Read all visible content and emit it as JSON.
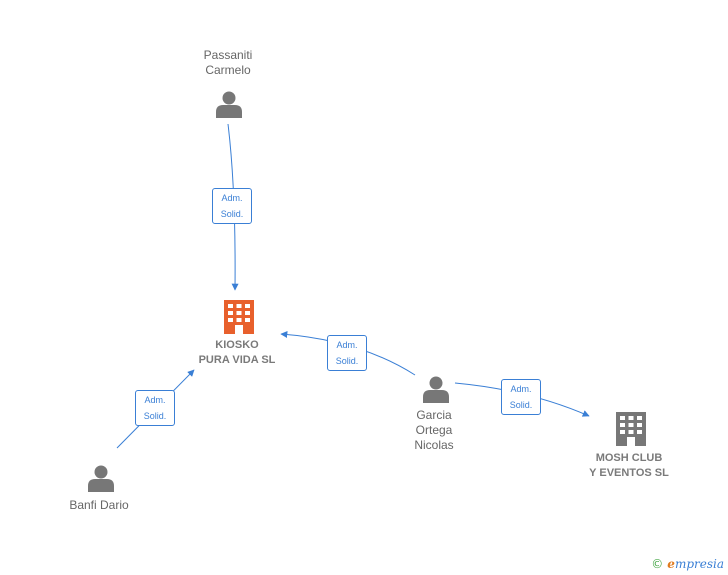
{
  "nodes": {
    "passaniti": {
      "name_lines": [
        "Passaniti",
        "Carmelo"
      ],
      "kind": "person"
    },
    "kiosko": {
      "name_lines": [
        "KIOSKO",
        "PURA VIDA  SL"
      ],
      "kind": "company-main"
    },
    "garcia": {
      "name_lines": [
        "Garcia",
        "Ortega",
        "Nicolas"
      ],
      "kind": "person"
    },
    "banfi": {
      "name_lines": [
        "Banfi Dario"
      ],
      "kind": "person"
    },
    "mosh": {
      "name_lines": [
        "MOSH CLUB",
        "Y EVENTOS  SL"
      ],
      "kind": "company"
    }
  },
  "edges": [
    {
      "from": "passaniti",
      "to": "kiosko",
      "label_lines": [
        "Adm.",
        "Solid."
      ]
    },
    {
      "from": "garcia",
      "to": "kiosko",
      "label_lines": [
        "Adm.",
        "Solid."
      ]
    },
    {
      "from": "banfi",
      "to": "kiosko",
      "label_lines": [
        "Adm.",
        "Solid."
      ]
    },
    {
      "from": "garcia",
      "to": "mosh",
      "label_lines": [
        "Adm.",
        "Solid."
      ]
    }
  ],
  "colors": {
    "edge": "#3a7fd5",
    "person_icon": "#777777",
    "company_main_icon": "#e8602c",
    "company_icon": "#777777"
  },
  "brand": {
    "copyright_symbol": "©",
    "initial": "e",
    "rest": "mpresia"
  }
}
